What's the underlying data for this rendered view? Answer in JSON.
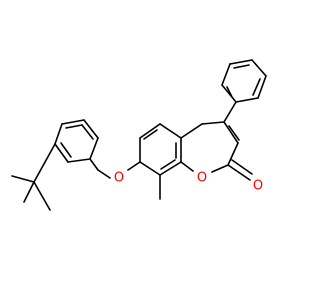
{
  "molecule": {
    "atom_color": "#ff0000",
    "bond_color": "#000000",
    "labels": {
      "ether_oxygen": "O",
      "ring_oxygen": "O",
      "carbonyl_oxygen": "O"
    }
  }
}
